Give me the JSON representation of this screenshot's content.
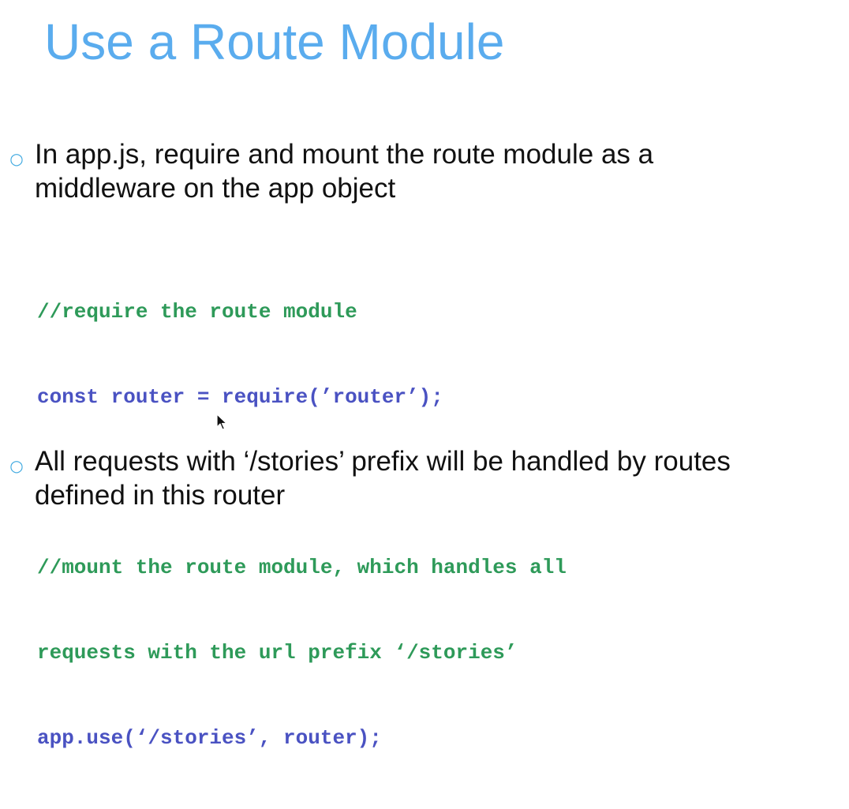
{
  "slide": {
    "title": "Use a Route Module",
    "bullets": [
      {
        "marker": "○",
        "lines": [
          "In app.js, require and mount the route module as a",
          "middleware on the app object"
        ]
      },
      {
        "marker": "○",
        "lines": [
          "All requests with ‘/stories’ prefix will be handled by routes",
          "defined in this router"
        ]
      }
    ],
    "code": {
      "comment_1": "//require the route module",
      "line_1": "const router = require(’router’);",
      "comment_2a": "//mount the route module, which handles all",
      "comment_2b": "requests with the url prefix ‘/stories’",
      "line_2": "app.use(‘/stories’, router);"
    }
  },
  "colors": {
    "title": "#5aacee",
    "bullet_marker": "#3fa9e0",
    "body_text": "#111111",
    "code_comment": "#2e9a59",
    "code_statement": "#4a52c2"
  },
  "icons": {
    "cursor": "mouse-pointer-icon"
  }
}
